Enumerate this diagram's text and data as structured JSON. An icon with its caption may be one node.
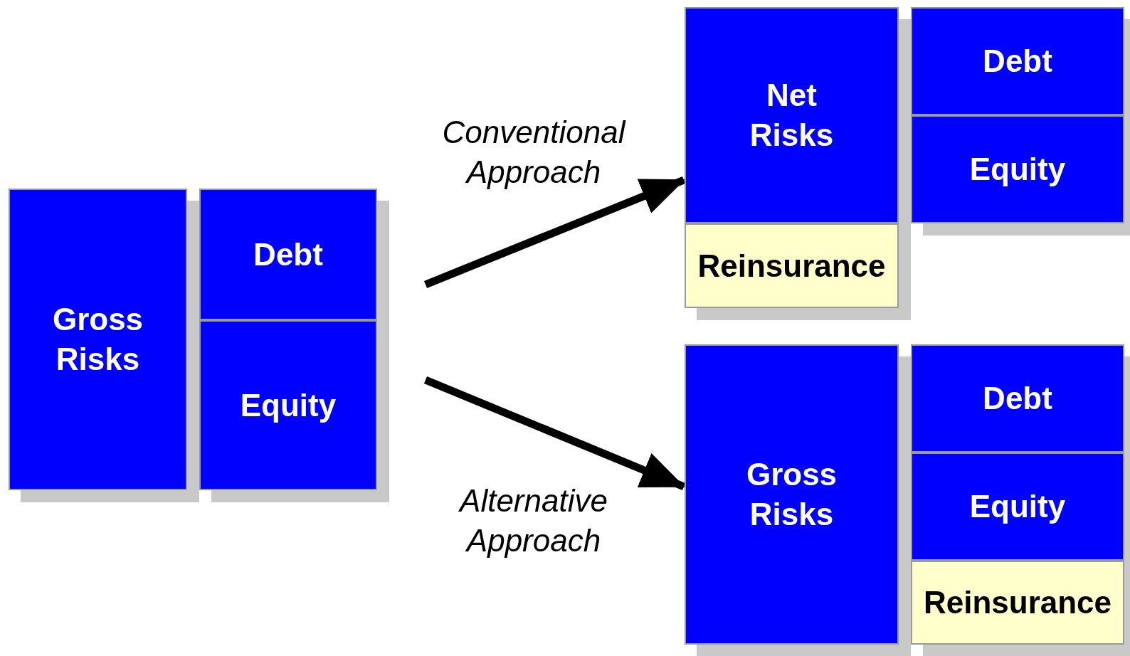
{
  "diagram": {
    "nodes": [
      {
        "text": [
          "Gross Risks"
        ]
      },
      {
        "text": [
          "Debt"
        ]
      },
      {
        "text": [
          "Equity"
        ]
      },
      {
        "text": [
          "Net Risks"
        ]
      },
      {
        "text": [
          "Reinsurance"
        ]
      },
      {
        "text": [
          "Debt"
        ]
      },
      {
        "text": [
          "Equity"
        ]
      },
      {
        "text": [
          "Gross Risks"
        ]
      },
      {
        "text": [
          "Debt"
        ]
      },
      {
        "text": [
          "Equity"
        ]
      },
      {
        "text": [
          "Reinsurance"
        ]
      }
    ],
    "edges": [
      {
        "from": null,
        "to": 3,
        "arrow": "to",
        "label": "Conventional Approach"
      },
      {
        "from": null,
        "to": 7,
        "arrow": "to",
        "label": "Alternative Approach"
      }
    ]
  }
}
